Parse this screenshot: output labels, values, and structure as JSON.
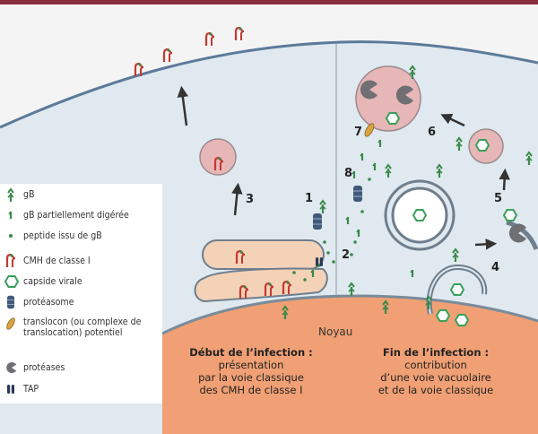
{
  "legend": {
    "items": [
      {
        "icon": "gb-icon",
        "label": "gB"
      },
      {
        "icon": "gb-partial-icon",
        "label": "gB partiellement digérée"
      },
      {
        "icon": "peptide-icon",
        "label": "peptide issu de gB"
      },
      {
        "icon": "mhc-class-1-icon",
        "label": "CMH de classe I"
      },
      {
        "icon": "viral-capsid-icon",
        "label": "capside virale"
      },
      {
        "icon": "proteasome-icon",
        "label": "protéasome"
      },
      {
        "icon": "translocon-icon",
        "label": "translocon (ou complexe de translocation) potentiel"
      },
      {
        "icon": "protease-icon",
        "label": "protéases"
      },
      {
        "icon": "tap-icon",
        "label": "TAP"
      }
    ]
  },
  "steps": [
    "1",
    "2",
    "3",
    "4",
    "5",
    "6",
    "7",
    "8"
  ],
  "nucleus": {
    "label": "Noyau"
  },
  "left_panel": {
    "title": "Début de l’infection :",
    "line1": "présentation",
    "line2": "par la voie classique",
    "line3": "des CMH de classe I"
  },
  "right_panel": {
    "title": "Fin de l’infection :",
    "line1": "contribution",
    "line2": "d’une voie vacuolaire",
    "line3": "et de la voie classique"
  },
  "colors": {
    "cell_fill": "#dfe9ef",
    "membrane": "#5c7a9a",
    "nucleus": "#f0a074",
    "vesicle": "#e7b6b6",
    "top_band": "#8a2d3e",
    "gb_green": "#3a8a4a",
    "mhc_red": "#c4392f"
  }
}
